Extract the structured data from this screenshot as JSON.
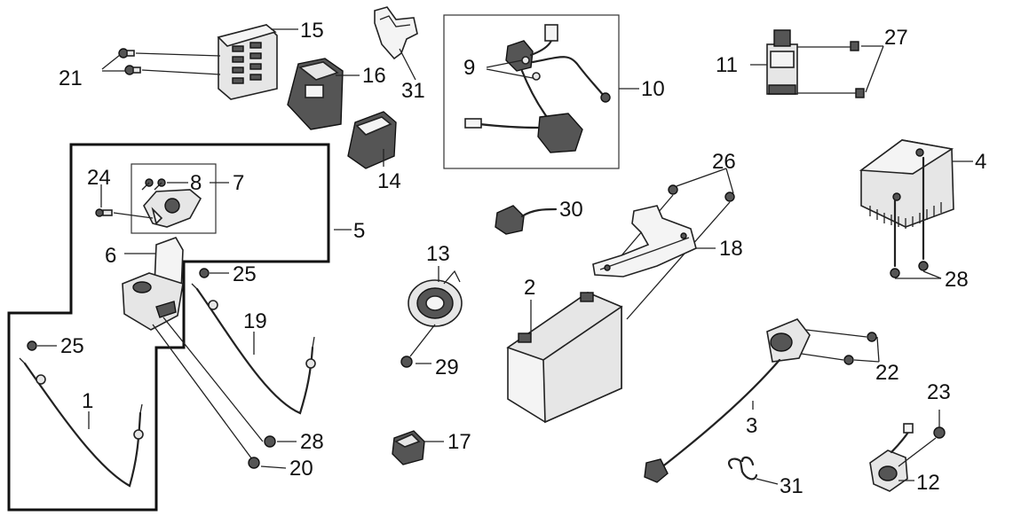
{
  "labels": {
    "p1": "1",
    "p2": "2",
    "p3": "3",
    "p4": "4",
    "p5": "5",
    "p6": "6",
    "p7": "7",
    "p8": "8",
    "p9": "9",
    "p10": "10",
    "p11": "11",
    "p12": "12",
    "p13": "13",
    "p14": "14",
    "p15": "15",
    "p16": "16",
    "p17": "17",
    "p18": "18",
    "p19": "19",
    "p20": "20",
    "p21": "21",
    "p22": "22",
    "p23": "23",
    "p24": "24",
    "p25a": "25",
    "p25b": "25",
    "p26": "26",
    "p27": "27",
    "p28a": "28",
    "p28b": "28",
    "p29": "29",
    "p30": "30",
    "p31a": "31",
    "p31b": "31"
  }
}
